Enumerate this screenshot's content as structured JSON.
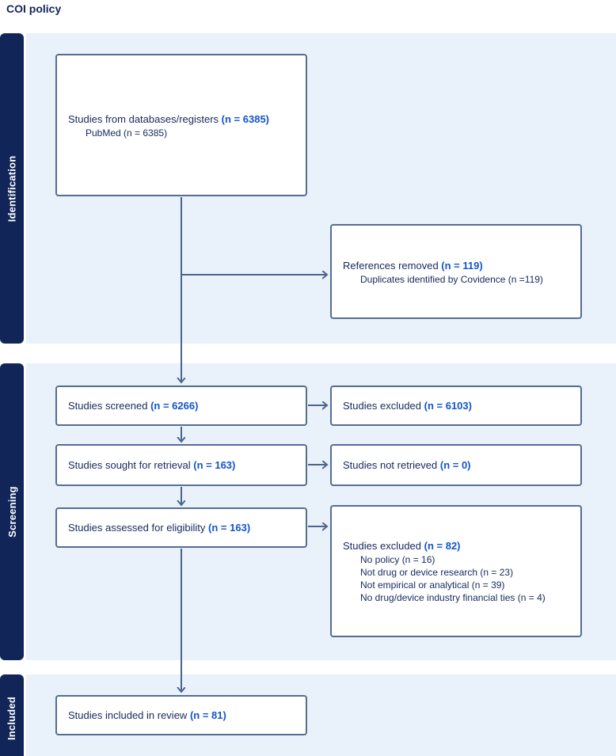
{
  "title": "COI policy",
  "colors": {
    "bar_navy": "#112559",
    "section_bg": "#e9f1fb",
    "box_border": "#566d92",
    "arrow": "#4d648c",
    "text_navy": "#16295e",
    "n_value_blue": "#1254cb",
    "bar_label_white": "#ffffff"
  },
  "sections": [
    {
      "label": "Identification"
    },
    {
      "label": "Screening"
    },
    {
      "label": "Included"
    }
  ],
  "boxes": {
    "databases": {
      "main": "Studies from databases/registers",
      "n": "(n = 6385)",
      "subs": [
        "PubMed (n = 6385)"
      ]
    },
    "references_removed": {
      "main": "References removed",
      "n": "(n = 119)",
      "subs": [
        "Duplicates identified by Covidence (n =119)"
      ]
    },
    "screened": {
      "main": "Studies screened",
      "n": "(n = 6266)"
    },
    "excluded_screening": {
      "main": "Studies excluded",
      "n": "(n = 6103)"
    },
    "sought": {
      "main": "Studies sought for retrieval",
      "n": "(n = 163)"
    },
    "not_retrieved": {
      "main": "Studies not retrieved",
      "n": "(n = 0)"
    },
    "assessed": {
      "main": "Studies assessed for eligibility",
      "n": "(n = 163)"
    },
    "excluded_eligibility": {
      "main": "Studies excluded",
      "n": "(n = 82)",
      "subs": [
        "No policy (n = 16)",
        "Not drug or device research (n = 23)",
        "Not empirical or analytical (n = 39)",
        "No drug/device industry financial ties (n = 4)"
      ]
    },
    "included_review": {
      "main": "Studies included in review",
      "n": "(n = 81)"
    }
  }
}
